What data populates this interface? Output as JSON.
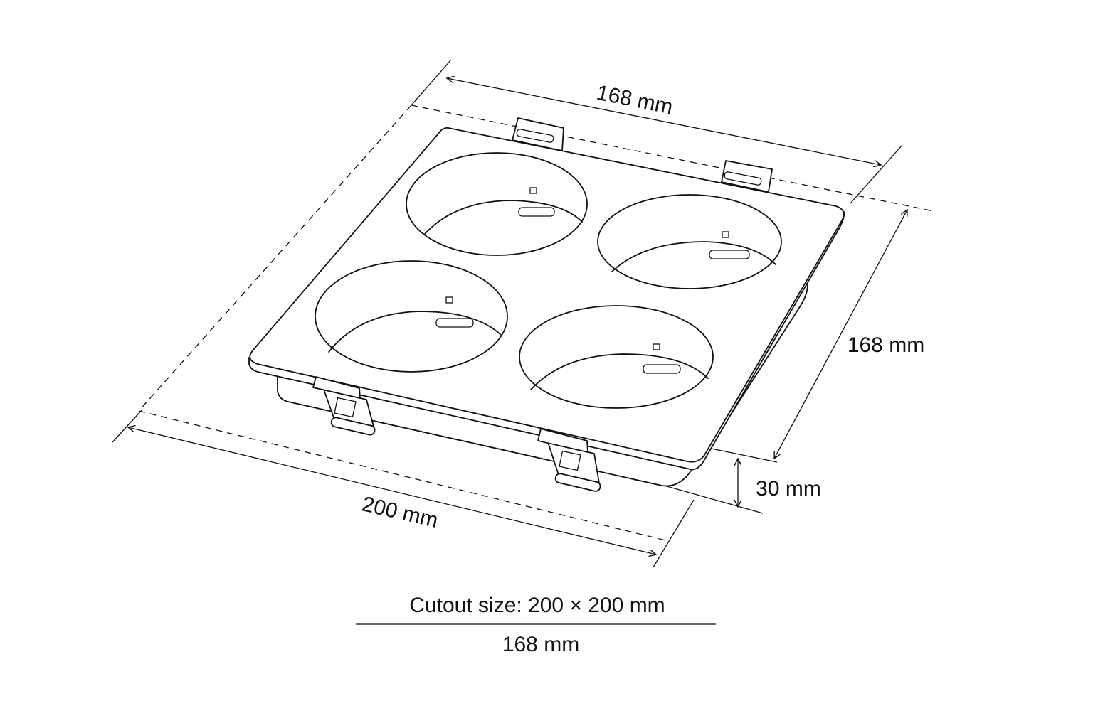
{
  "dimensions": {
    "top_width": "168 mm",
    "right_depth": "168 mm",
    "bottom_width": "200 mm",
    "height": "30 mm"
  },
  "footer": {
    "cutout_label": "Cutout size: 200 × 200 mm",
    "fraction_bottom": "168 mm"
  },
  "colors": {
    "line": "#111111",
    "background": "#ffffff"
  }
}
